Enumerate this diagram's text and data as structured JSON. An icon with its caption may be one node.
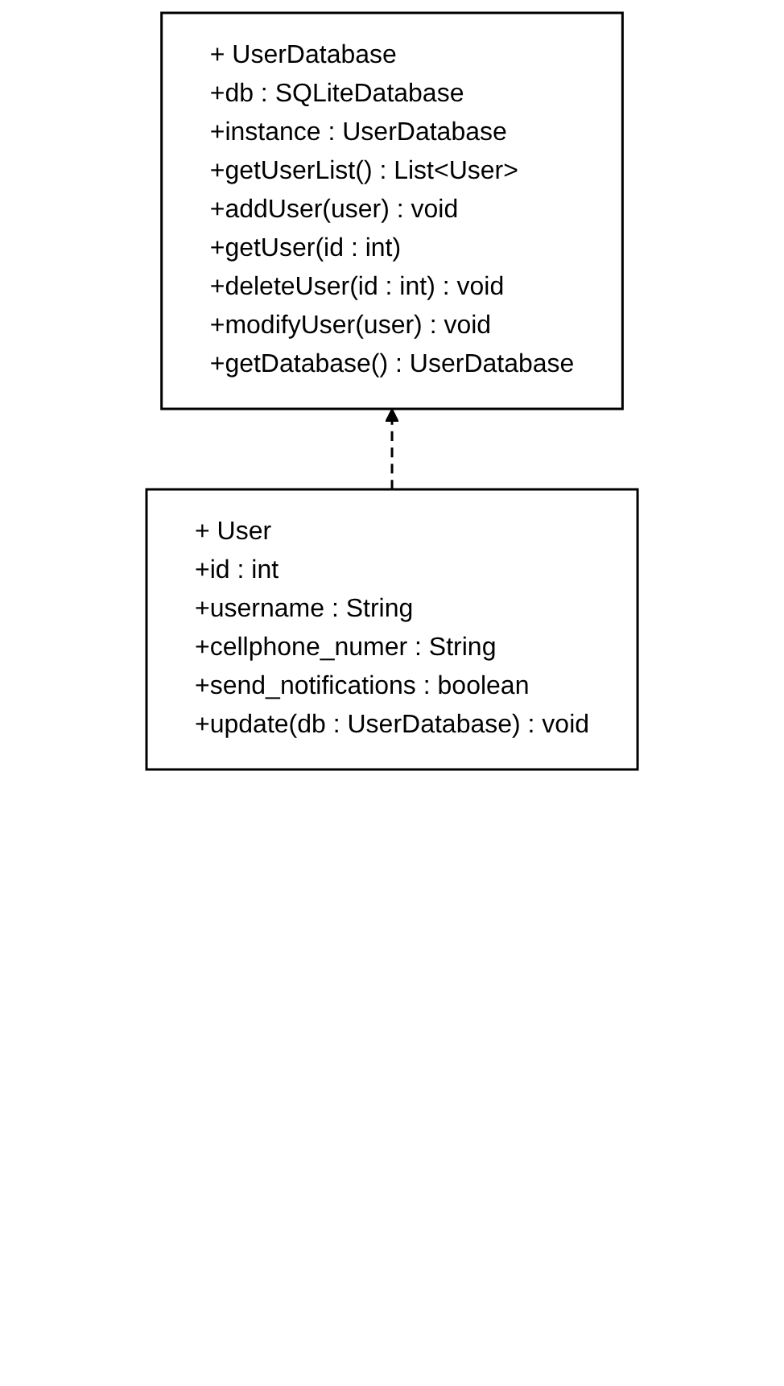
{
  "diagram": {
    "nodes": [
      {
        "text": [
          "+ UserDatabase",
          "+db : SQLiteDatabase",
          "+instance : UserDatabase",
          "+getUserList() : List<User>",
          "+addUser(user) : void",
          "+getUser(id : int)",
          "+deleteUser(id : int) : void",
          "+modifyUser(user) : void",
          "+getDatabase() : UserDatabase"
        ]
      },
      {
        "text": [
          "+ User",
          "+id : int",
          "+username : String",
          "+cellphone_numer : String",
          "+send_notifications : boolean",
          "+update(db : UserDatabase) : void"
        ]
      }
    ],
    "edges": [
      {
        "from": 1,
        "to": 0,
        "arrow": "to",
        "style": "dashed"
      }
    ]
  }
}
